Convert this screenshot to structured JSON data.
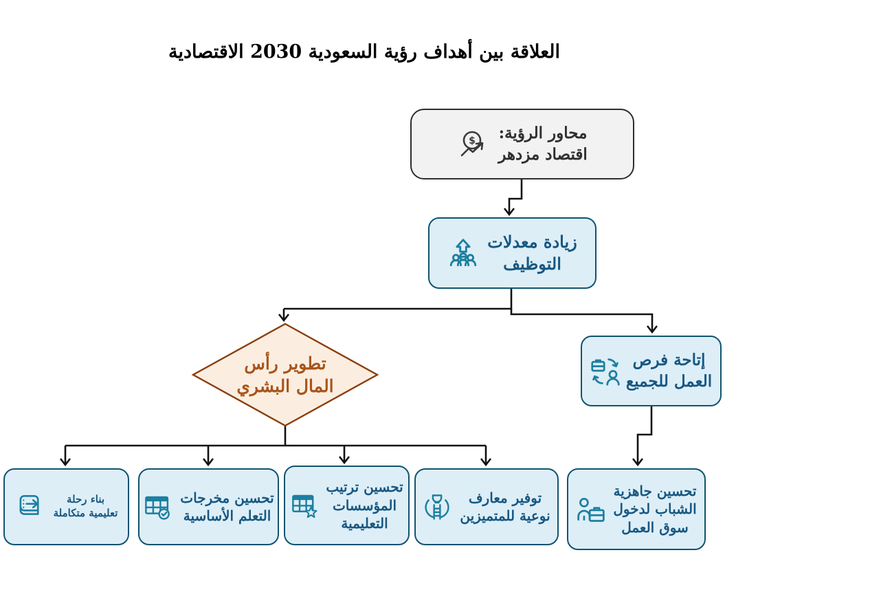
{
  "title": "العلاقة بين أهداف رؤية السعودية 2030 الاقتصادية",
  "colors": {
    "node_fill_blue": "#ddeef7",
    "node_border_blue": "#12536f",
    "node_text_blue": "#175781",
    "node_fill_gray": "#f2f2f2",
    "node_border_gray": "#2e2e2e",
    "diamond_fill": "#fbeee0",
    "diamond_border": "#8a3e0d",
    "diamond_text": "#a8541c",
    "icon_teal": "#1d7fa0",
    "connector": "#111111"
  },
  "nodes": {
    "root": {
      "lines": [
        "محاور الرؤية:",
        "اقتصاد مزدهر"
      ],
      "icon": "dollar-growth-icon",
      "shape": "rounded-rect"
    },
    "employment": {
      "lines": [
        "زيادة معدلات",
        "التوظيف"
      ],
      "icon": "people-growth-icon",
      "shape": "rounded-rect"
    },
    "human_capital": {
      "lines": [
        "تطوير رأس",
        "المال البشري"
      ],
      "icon": null,
      "shape": "diamond"
    },
    "job_opportunities": {
      "lines": [
        "إتاحة فرص",
        "العمل للجميع"
      ],
      "icon": "briefcase-person-cycle-icon",
      "shape": "rounded-rect"
    },
    "learning_journey": {
      "lines": [
        "بناء رحلة",
        "تعليمية متكاملة"
      ],
      "icon": "book-arrow-icon",
      "shape": "rounded-rect"
    },
    "learning_outcomes": {
      "lines": [
        "تحسين مخرجات",
        "التعلم الأساسية"
      ],
      "icon": "table-check-icon",
      "shape": "rounded-rect"
    },
    "institution_ranking": {
      "lines": [
        "تحسين ترتيب",
        "المؤسسات",
        "التعليمية"
      ],
      "icon": "table-star-icon",
      "shape": "rounded-rect"
    },
    "quality_knowledge": {
      "lines": [
        "توفير معارف",
        "نوعية للمتميزين"
      ],
      "icon": "ladder-trophy-icon",
      "shape": "rounded-rect"
    },
    "youth_readiness": {
      "lines": [
        "تحسين جاهزية",
        "الشباب لدخول",
        "سوق العمل"
      ],
      "icon": "person-briefcase-icon",
      "shape": "rounded-rect"
    }
  },
  "edges": [
    {
      "from": "root",
      "to": "employment"
    },
    {
      "from": "employment",
      "to": "human_capital"
    },
    {
      "from": "employment",
      "to": "job_opportunities"
    },
    {
      "from": "human_capital",
      "to": "learning_journey"
    },
    {
      "from": "human_capital",
      "to": "learning_outcomes"
    },
    {
      "from": "human_capital",
      "to": "institution_ranking"
    },
    {
      "from": "human_capital",
      "to": "quality_knowledge"
    },
    {
      "from": "job_opportunities",
      "to": "youth_readiness"
    }
  ]
}
